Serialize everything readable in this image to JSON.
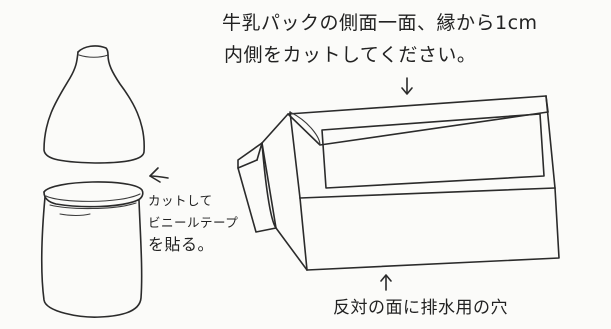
{
  "sketch": {
    "instruction_line_1": "牛乳パックの側面一面、縁から1cm",
    "instruction_line_2": "内側をカットしてください。",
    "side_note_line_1": "カットして",
    "side_note_line_2": "ビニールテープ",
    "side_note_line_3": "を貼る。",
    "drain_note": "反対の面に排水用の穴"
  },
  "colors": {
    "paper": "#fbfbf9",
    "ink": "#2b2b2b"
  }
}
